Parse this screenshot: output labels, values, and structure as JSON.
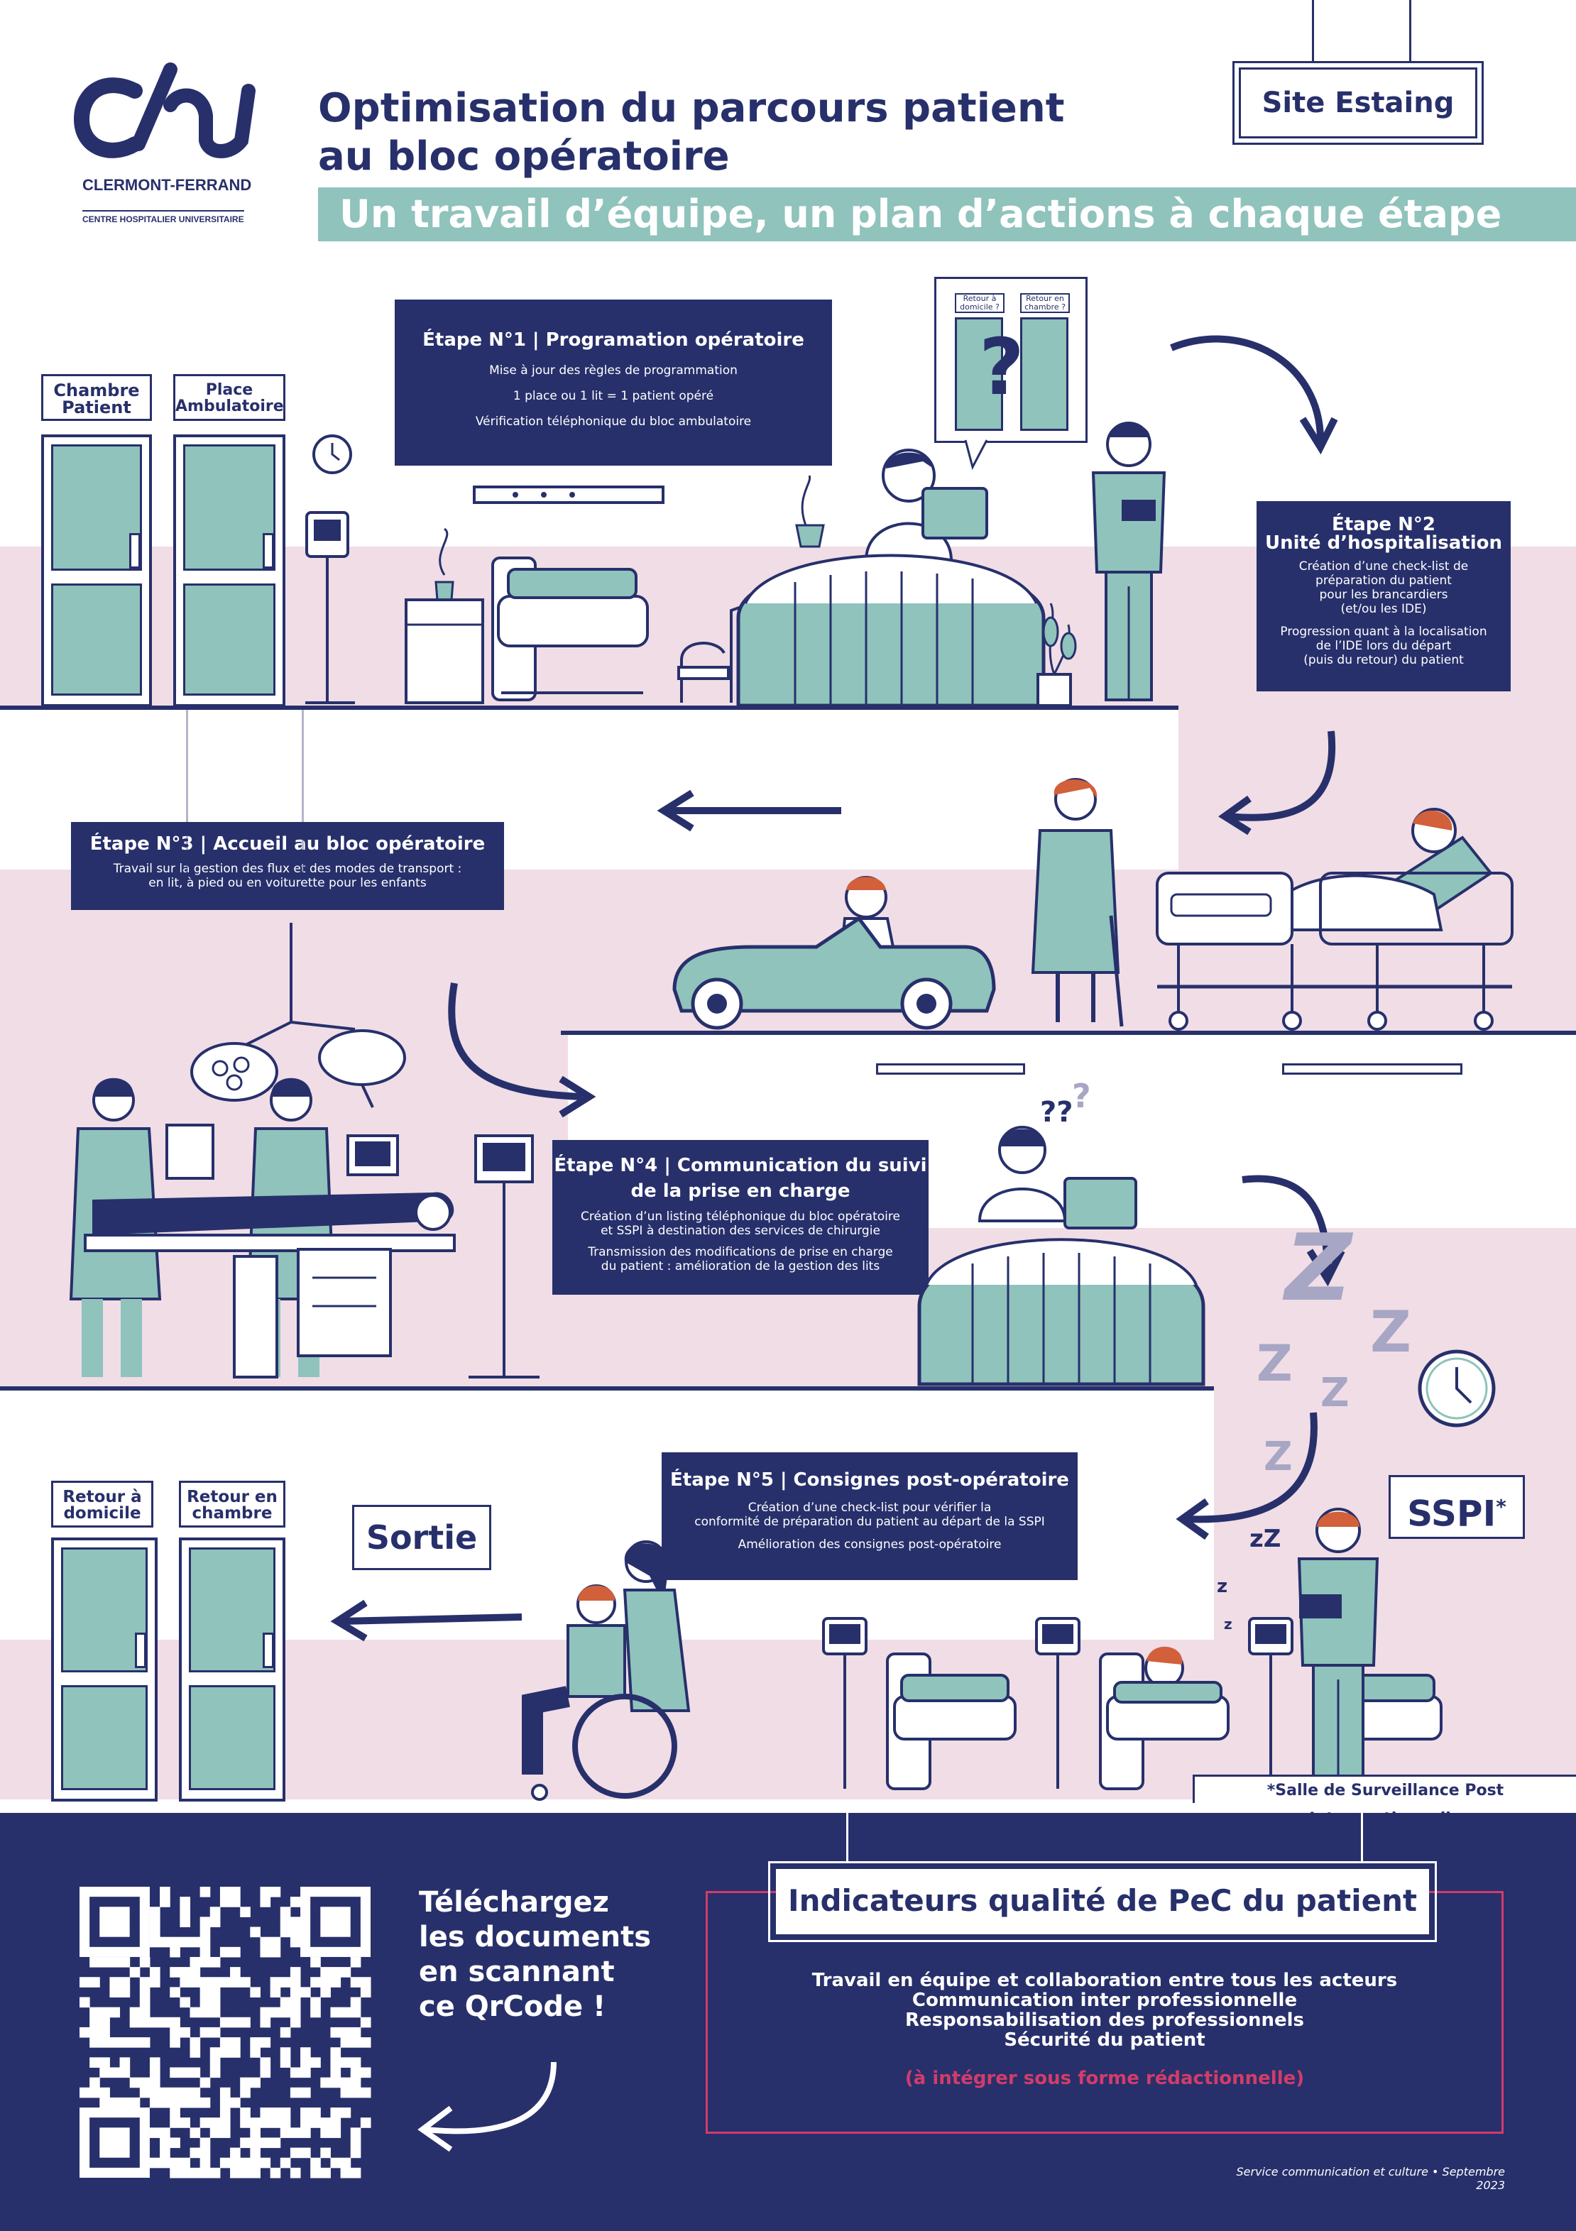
{
  "header": {
    "logo_text": "chu",
    "logo_city": "CLERMONT-FERRAND",
    "logo_sub": "CENTRE HOSPITALIER UNIVERSITAIRE",
    "title_line1": "Optimisation du parcours patient",
    "title_line2": "au bloc opératoire",
    "subtitle": "Un travail d’équipe, un plan d’actions à chaque étape",
    "site": "Site Estaing"
  },
  "doors_top": [
    "Chambre Patient",
    "Place Ambulatoire"
  ],
  "question_signs": [
    "Retour à domicile ?",
    "Retour en chambre ?"
  ],
  "steps": [
    {
      "title": "Étape N°1 | Programation opératoire",
      "lines": [
        "Mise à jour des règles de programmation",
        "1 place ou 1 lit = 1 patient opéré",
        "Vérification téléphonique du bloc ambulatoire"
      ]
    },
    {
      "title_line1": "Étape N°2",
      "title_line2": "Unité d’hospitalisation",
      "lines": [
        "Création d’une check-list de",
        "préparation du patient",
        "pour les brancardiers",
        "(et/ou les IDE)",
        "Progression quant à la localisation",
        "de l’IDE lors du départ",
        "(puis du retour) du patient"
      ]
    },
    {
      "title": "Étape N°3 | Accueil au bloc opératoire",
      "lines": [
        "Travail sur la gestion des flux et des modes de transport :",
        "en lit, à pied ou en voiturette pour les enfants"
      ]
    },
    {
      "title_line1": "Étape N°4 | Communication du suivi",
      "title_line2": "de la prise en charge",
      "lines": [
        "Création d’un listing téléphonique du bloc opératoire",
        "et SSPI à destination des services de chirurgie",
        "Transmission des modifications de prise en charge",
        "du patient : amélioration de la gestion des lits"
      ]
    },
    {
      "title": "Étape N°5 | Consignes post-opératoire",
      "lines": [
        "Création d’une check-list pour vérifier la",
        "conformité de préparation du patient au départ de la SSPI",
        "Amélioration des consignes post-opératoire"
      ]
    }
  ],
  "doors_bottom": [
    "Retour à domicile",
    "Retour en chambre"
  ],
  "sortie": "Sortie",
  "sspi": "SSPI",
  "sspi_star": "*",
  "sspi_note": "*Salle de Surveillance Post Interventionnelle",
  "footer": {
    "qr_text": [
      "Téléchargez",
      "les documents",
      "en scannant",
      "ce QrCode !"
    ],
    "indicators_title": "Indicateurs qualité de PeC du patient",
    "indicators": [
      "Travail en équipe et collaboration entre tous les acteurs",
      "Communication inter professionnelle",
      "Responsabilisation des professionnels",
      "Sécurité du patient"
    ],
    "indicators_note": "(à intégrer sous forme rédactionnelle)",
    "credit": "Service communication et culture • Septembre 2023"
  },
  "colors": {
    "navy": "#27306b",
    "teal": "#8fc3bc",
    "pink": "#f0dde6",
    "red": "#d23c6a"
  }
}
